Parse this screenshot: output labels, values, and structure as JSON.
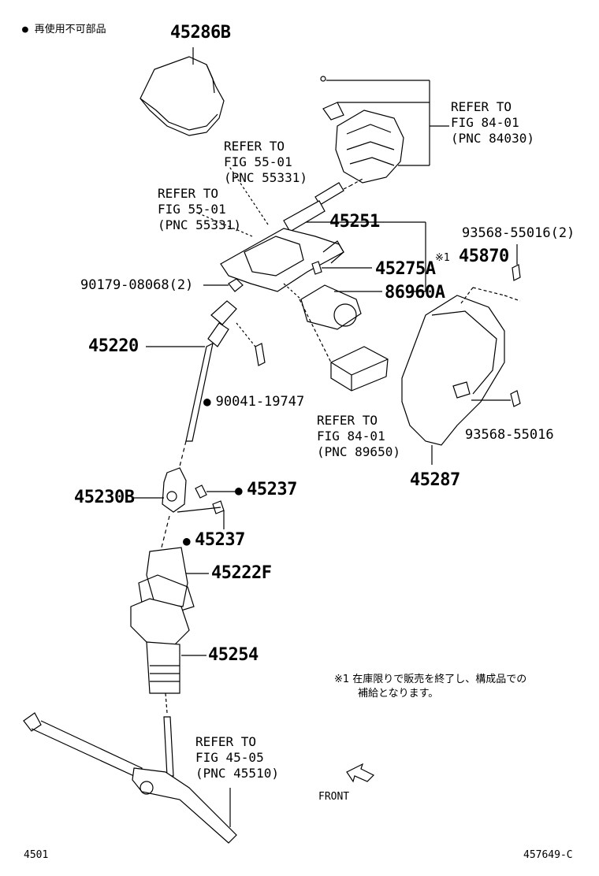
{
  "legend": {
    "text": "● 再使用不可部品"
  },
  "refs": [
    {
      "line1": "REFER TO",
      "line2": "FIG 84-01",
      "line3": "(PNC 84030)"
    },
    {
      "line1": "REFER TO",
      "line2": "FIG 55-01",
      "line3": "(PNC 55331)"
    },
    {
      "line1": "REFER TO",
      "line2": "FIG 55-01",
      "line3": "(PNC 55331)"
    },
    {
      "line1": "REFER TO",
      "line2": "FIG 84-01",
      "line3": "(PNC 89650)"
    },
    {
      "line1": "REFER TO",
      "line2": "FIG 45-05",
      "line3": "(PNC 45510)"
    }
  ],
  "parts": {
    "p45286B": "45286B",
    "p45251": "45251",
    "p45275A": "45275A",
    "p86960A": "86960A",
    "p45870": "45870",
    "p45870_mark": "※1",
    "p93568_2": "93568-55016(2)",
    "p93568": "93568-55016",
    "p90179": "90179-08068(2)",
    "p45220": "45220",
    "p90041": "90041-19747",
    "p45287": "45287",
    "p45230B": "45230B",
    "p45237a": "45237",
    "p45237b": "45237",
    "p45222F": "45222F",
    "p45254": "45254"
  },
  "footnote": {
    "line1": "※1 在庫限りで販売を終了し、構成品での",
    "line2": "補給となります。"
  },
  "front": "FRONT",
  "page_left": "4501",
  "page_right": "457649-C"
}
